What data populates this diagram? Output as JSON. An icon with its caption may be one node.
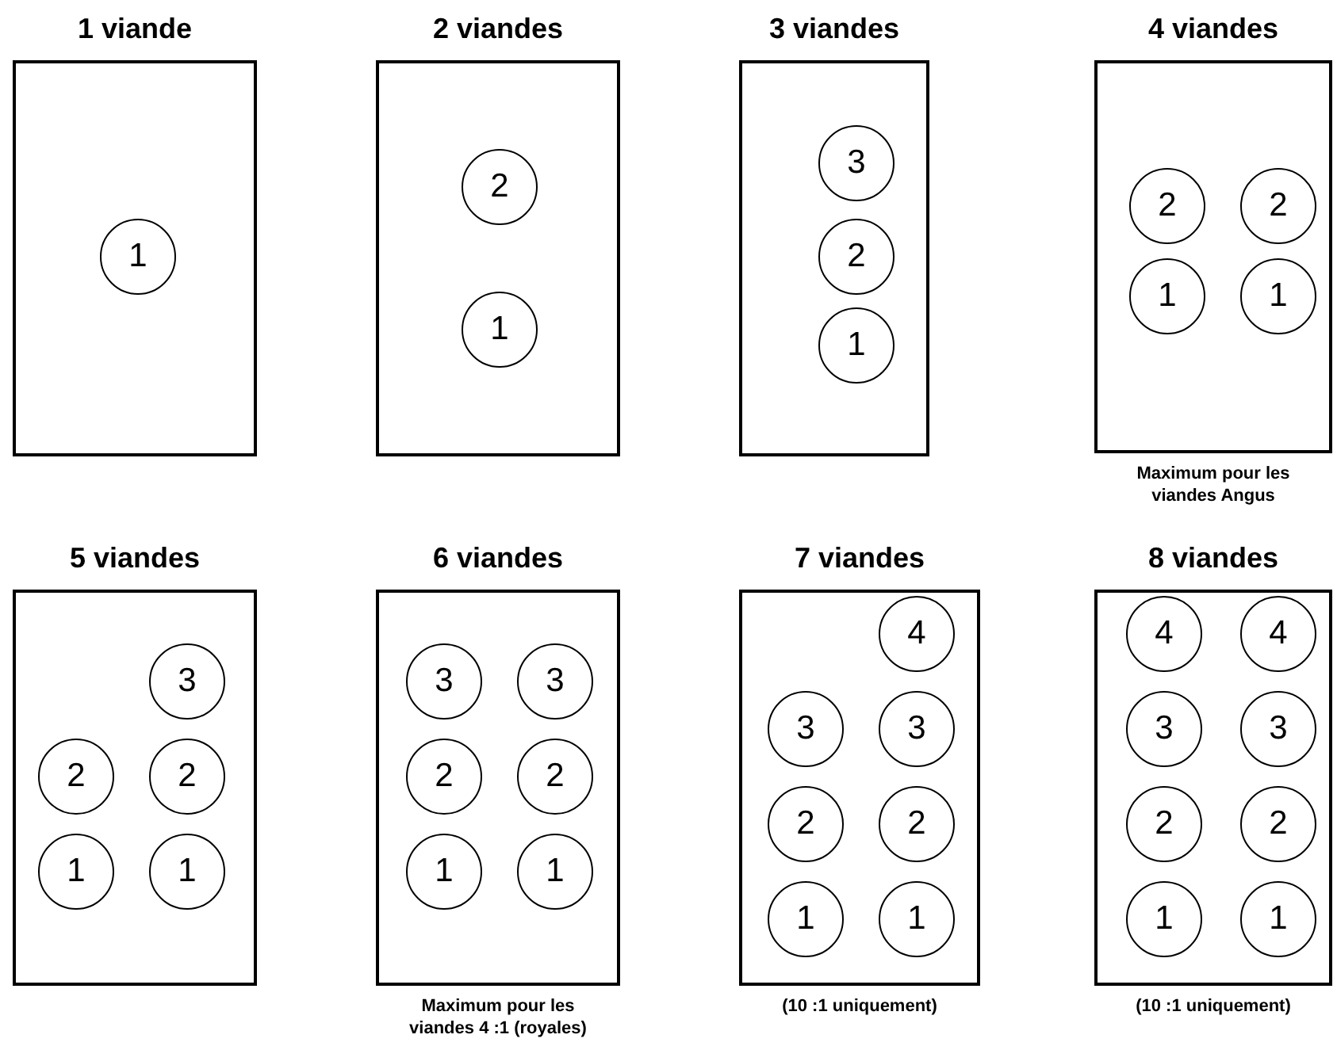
{
  "diagram": {
    "nodes": [
      {
        "text": [
          "1 viande"
        ]
      },
      {
        "text": [
          "1"
        ],
        "in": 0
      },
      {
        "text": [
          "2 viandes"
        ]
      },
      {
        "text": [
          "2"
        ],
        "in": 2
      },
      {
        "text": [
          "1"
        ],
        "in": 2
      },
      {
        "text": [
          "3 viandes"
        ]
      },
      {
        "text": [
          "3"
        ],
        "in": 5
      },
      {
        "text": [
          "2"
        ],
        "in": 5
      },
      {
        "text": [
          "1"
        ],
        "in": 5
      },
      {
        "text": [
          "4 viandes"
        ],
        "beside": [
          "Maximum pour les viandes Angus"
        ]
      },
      {
        "text": [
          "2"
        ],
        "in": 9
      },
      {
        "text": [
          "2"
        ],
        "in": 9
      },
      {
        "text": [
          "1"
        ],
        "in": 9
      },
      {
        "text": [
          "1"
        ],
        "in": 9
      },
      {
        "text": [
          "5 viandes"
        ]
      },
      {
        "text": [
          "3"
        ],
        "in": 14
      },
      {
        "text": [
          "2"
        ],
        "in": 14
      },
      {
        "text": [
          "2"
        ],
        "in": 14
      },
      {
        "text": [
          "1"
        ],
        "in": 14
      },
      {
        "text": [
          "1"
        ],
        "in": 14
      },
      {
        "text": [
          "6 viandes"
        ],
        "beside": [
          "Maximum pour les viandes 4 :1 (royales)"
        ]
      },
      {
        "text": [
          "3"
        ],
        "in": 20
      },
      {
        "text": [
          "3"
        ],
        "in": 20
      },
      {
        "text": [
          "2"
        ],
        "in": 20
      },
      {
        "text": [
          "2"
        ],
        "in": 20
      },
      {
        "text": [
          "1"
        ],
        "in": 20
      },
      {
        "text": [
          "1"
        ],
        "in": 20
      },
      {
        "text": [
          "7 viandes"
        ],
        "beside": [
          "(10 :1 uniquement)"
        ]
      },
      {
        "text": [
          "4"
        ],
        "in": 27
      },
      {
        "text": [
          "3"
        ],
        "in": 27
      },
      {
        "text": [
          "3"
        ],
        "in": 27
      },
      {
        "text": [
          "2"
        ],
        "in": 27
      },
      {
        "text": [
          "2"
        ],
        "in": 27
      },
      {
        "text": [
          "1"
        ],
        "in": 27
      },
      {
        "text": [
          "1"
        ],
        "in": 27
      },
      {
        "text": [
          "8 viandes"
        ],
        "beside": [
          "(10 :1 uniquement)"
        ]
      },
      {
        "text": [
          "4"
        ],
        "in": 35
      },
      {
        "text": [
          "4"
        ],
        "in": 35
      },
      {
        "text": [
          "3"
        ],
        "in": 35
      },
      {
        "text": [
          "3"
        ],
        "in": 35
      },
      {
        "text": [
          "2"
        ],
        "in": 35
      },
      {
        "text": [
          "2"
        ],
        "in": 35
      },
      {
        "text": [
          "1"
        ],
        "in": 35
      },
      {
        "text": [
          "1"
        ],
        "in": 35
      }
    ]
  }
}
